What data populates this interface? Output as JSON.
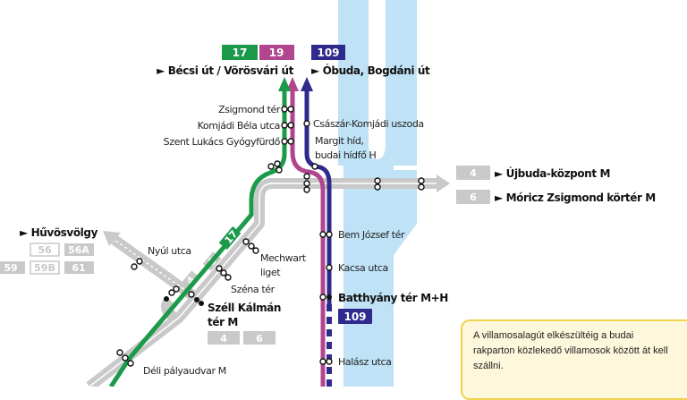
{
  "colors": {
    "line17": "#1b9a4a",
    "line19": "#b1468f",
    "line109": "#2f2a8c",
    "river": "#bfe2f6",
    "other": "#c9c9c9",
    "note_bg": "#fdf7dc",
    "note_border": "#f1d34c"
  },
  "top_badges": {
    "l17": "17",
    "l19": "19",
    "l109": "109"
  },
  "destinations": {
    "becsi": "► Bécsi út / Vörösvári út",
    "obuda": "► Óbuda, Bogdáni út",
    "ujbuda": "► Újbuda-központ M",
    "moricz": "► Móricz Zsigmond körtér M",
    "huvosvolgy": "► Hűvösvölgy"
  },
  "right_badges": {
    "r4": "4",
    "r6": "6"
  },
  "bus_badges": [
    "56",
    "56A",
    "59",
    "59B",
    "61"
  ],
  "stations": {
    "zsigmond": "Zsigmond tér",
    "komjadi": "Komjádi Béla utca",
    "szent_lukacs": "Szent Lukács Gyógyfürdő",
    "csaszar": "Császár-Komjádi uszoda",
    "margit1": "Margit híd,",
    "margit2": "budai hídfő H",
    "bem": "Bem József tér",
    "kacsa": "Kacsa utca",
    "batthyany": "Batthyány tér M+H",
    "halasz": "Halász utca",
    "nyul": "Nyúl utca",
    "mechwart1": "Mechwart",
    "mechwart2": "liget",
    "szena": "Széna tér",
    "szell1": "Széll Kálmán",
    "szell2": "tér M",
    "deli": "Déli pályaudvar M"
  },
  "szell_badges": [
    "4",
    "6"
  ],
  "line_labels": {
    "on_green": "17",
    "on_gray_a": "6",
    "on_gray_b": "4",
    "purple_below": "109"
  },
  "note": {
    "line1": "A villamosalagút elkészültéig a budai",
    "line2": "rakparton közlekedő villamosok között át kell",
    "line3": "szállni."
  }
}
